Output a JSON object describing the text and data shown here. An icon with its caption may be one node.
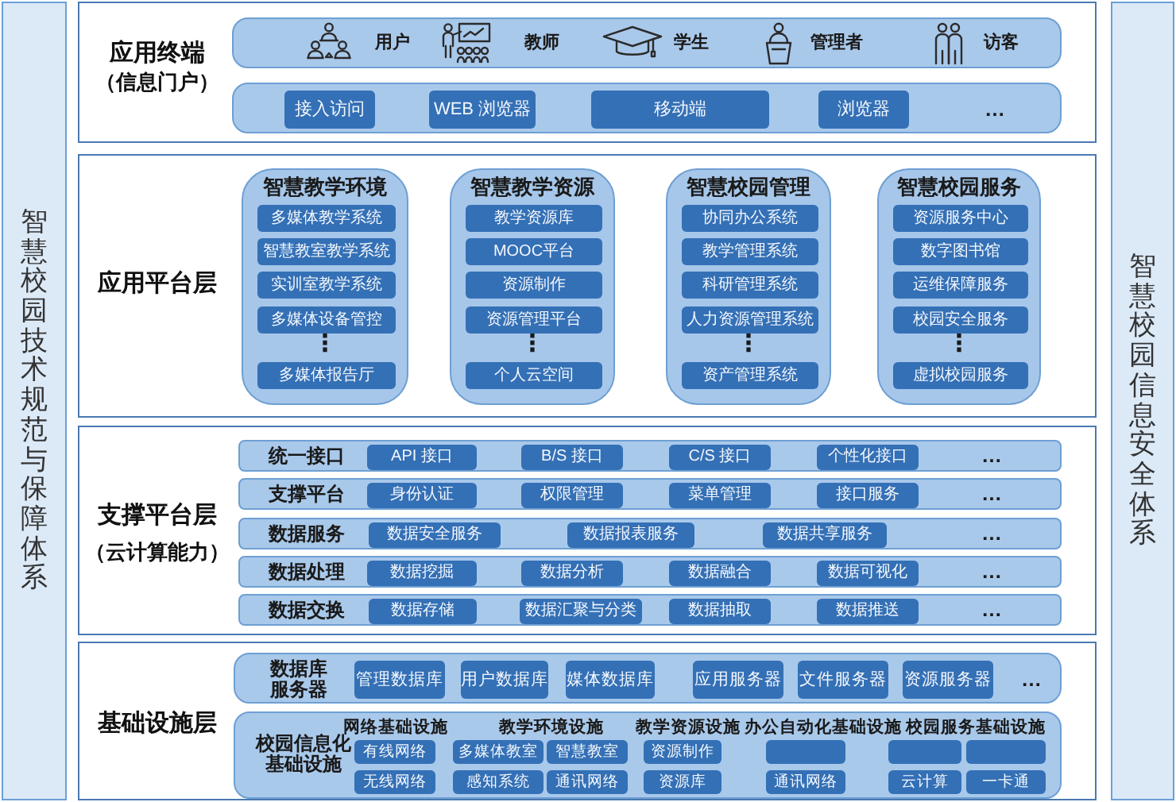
{
  "diagram": {
    "nodes": [
      {
        "text": [
          "智慧校园技术规范与保障体系"
        ]
      },
      {
        "text": [
          "应用终端",
          "（信息门户）"
        ]
      },
      {
        "text": [
          "用户",
          "教师",
          "学生",
          "管理者",
          "访客"
        ],
        "in": 1
      },
      {
        "text": [
          "…"
        ],
        "in": 1
      },
      {
        "text": [
          "接入访问"
        ],
        "in": 3
      },
      {
        "text": [
          "WEB 浏览器"
        ],
        "in": 3
      },
      {
        "text": [
          "移动端"
        ],
        "in": 3
      },
      {
        "text": [
          "浏览器"
        ],
        "in": 3
      },
      {
        "text": [
          "应用平台层"
        ]
      },
      {
        "text": [
          "智慧教学环境",
          "⋮"
        ],
        "in": 8
      },
      {
        "text": [
          "多媒体教学系统"
        ],
        "in": 9
      },
      {
        "text": [
          "智慧教室教学系统"
        ],
        "in": 9
      },
      {
        "text": [
          "实训室教学系统"
        ],
        "in": 9
      },
      {
        "text": [
          "多媒体设备管控"
        ],
        "in": 9
      },
      {
        "text": [
          "多媒体报告厅"
        ],
        "in": 9
      },
      {
        "text": [
          "智慧教学资源",
          "⋮"
        ],
        "in": 8
      },
      {
        "text": [
          "教学资源库"
        ],
        "in": 15
      },
      {
        "text": [
          "MOOC平台"
        ],
        "in": 15
      },
      {
        "text": [
          "资源制作"
        ],
        "in": 15
      },
      {
        "text": [
          "资源管理平台"
        ],
        "in": 15
      },
      {
        "text": [
          "个人云空间"
        ],
        "in": 15
      },
      {
        "text": [
          "智慧校园管理",
          "⋮"
        ],
        "in": 8
      },
      {
        "text": [
          "协同办公系统"
        ],
        "in": 21
      },
      {
        "text": [
          "教学管理系统"
        ],
        "in": 21
      },
      {
        "text": [
          "科研管理系统"
        ],
        "in": 21
      },
      {
        "text": [
          "人力资源管理系统"
        ],
        "in": 21
      },
      {
        "text": [
          "资产管理系统"
        ],
        "in": 21
      },
      {
        "text": [
          "智慧校园服务",
          "⋮"
        ],
        "in": 8
      },
      {
        "text": [
          "资源服务中心"
        ],
        "in": 27
      },
      {
        "text": [
          "数字图书馆"
        ],
        "in": 27
      },
      {
        "text": [
          "运维保障服务"
        ],
        "in": 27
      },
      {
        "text": [
          "校园安全服务"
        ],
        "in": 27
      },
      {
        "text": [
          "虚拟校园服务"
        ],
        "in": 27
      },
      {
        "text": [
          "支撑平台层",
          "（云计算能力）"
        ]
      },
      {
        "text": [
          "统一接口",
          "…"
        ],
        "in": 33
      },
      {
        "text": [
          "API 接口"
        ],
        "in": 34
      },
      {
        "text": [
          "B/S 接口"
        ],
        "in": 34
      },
      {
        "text": [
          "C/S 接口"
        ],
        "in": 34
      },
      {
        "text": [
          "个性化接口"
        ],
        "in": 34
      },
      {
        "text": [
          "支撑平台",
          "…"
        ],
        "in": 33
      },
      {
        "text": [
          "身份认证"
        ],
        "in": 39
      },
      {
        "text": [
          "权限管理"
        ],
        "in": 39
      },
      {
        "text": [
          "菜单管理"
        ],
        "in": 39
      },
      {
        "text": [
          "接口服务"
        ],
        "in": 39
      },
      {
        "text": [
          "数据服务",
          "…"
        ],
        "in": 33
      },
      {
        "text": [
          "数据安全服务"
        ],
        "in": 44
      },
      {
        "text": [
          "数据报表服务"
        ],
        "in": 44
      },
      {
        "text": [
          "数据共享服务"
        ],
        "in": 44
      },
      {
        "text": [
          "数据处理",
          "…"
        ],
        "in": 33
      },
      {
        "text": [
          "数据挖掘"
        ],
        "in": 48
      },
      {
        "text": [
          "数据分析"
        ],
        "in": 48
      },
      {
        "text": [
          "数据融合"
        ],
        "in": 48
      },
      {
        "text": [
          "数据可视化"
        ],
        "in": 48
      },
      {
        "text": [
          "数据交换",
          "…"
        ],
        "in": 33
      },
      {
        "text": [
          "数据存储"
        ],
        "in": 53
      },
      {
        "text": [
          "数据汇聚与分类"
        ],
        "in": 53
      },
      {
        "text": [
          "数据抽取"
        ],
        "in": 53
      },
      {
        "text": [
          "数据推送"
        ],
        "in": 53
      },
      {
        "text": [
          "基础设施层"
        ]
      },
      {
        "text": [
          "数据库服务器",
          "…"
        ],
        "in": 58
      },
      {
        "text": [
          "管理数据库"
        ],
        "in": 59
      },
      {
        "text": [
          "用户数据库"
        ],
        "in": 59
      },
      {
        "text": [
          "媒体数据库"
        ],
        "in": 59
      },
      {
        "text": [
          "应用服务器"
        ],
        "in": 59
      },
      {
        "text": [
          "文件服务器"
        ],
        "in": 59
      },
      {
        "text": [
          "资源服务器"
        ],
        "in": 59
      },
      {
        "text": [
          "校园信息化基础设施",
          "网络基础设施",
          "教学环境设施",
          "教学资源设施",
          "办公自动化基础设施",
          "校园服务基础设施"
        ],
        "in": 58
      },
      {
        "text": [
          "有线网络"
        ],
        "in": 66
      },
      {
        "text": [
          "无线网络"
        ],
        "in": 66
      },
      {
        "text": [
          "多媒体教室"
        ],
        "in": 66
      },
      {
        "text": [
          "智慧教室"
        ],
        "in": 66
      },
      {
        "text": [
          "感知系统"
        ],
        "in": 66
      },
      {
        "text": [
          "通讯网络"
        ],
        "in": 66
      },
      {
        "text": [
          "资源制作"
        ],
        "in": 66
      },
      {
        "text": [
          "资源库"
        ],
        "in": 66
      },
      {
        "text": [],
        "shape": "box",
        "in": 66
      },
      {
        "text": [
          "通讯网络"
        ],
        "in": 66
      },
      {
        "text": [],
        "shape": "box",
        "in": 66
      },
      {
        "text": [],
        "shape": "box",
        "in": 66
      },
      {
        "text": [
          "云计算"
        ],
        "in": 66
      },
      {
        "text": [
          "一卡通"
        ],
        "in": 66
      },
      {
        "text": [
          "智慧校园信息安全体系"
        ]
      }
    ]
  }
}
